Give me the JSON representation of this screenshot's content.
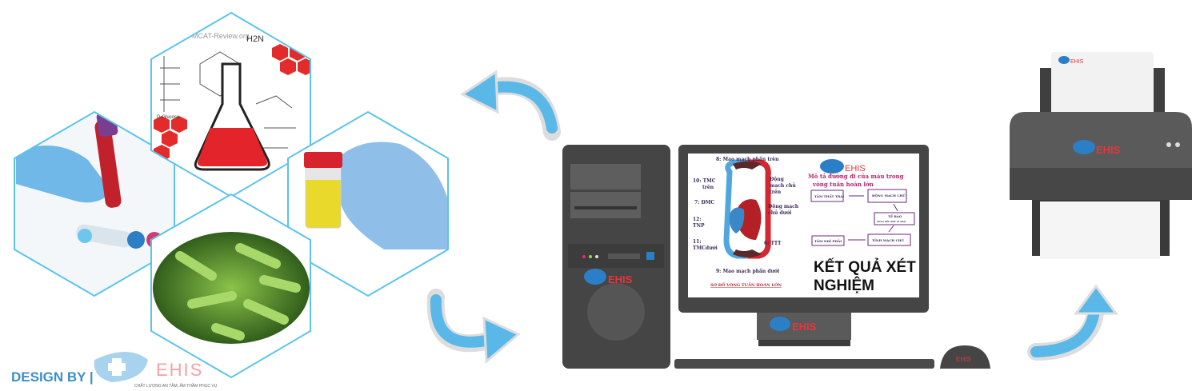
{
  "colors": {
    "hex_outline": "#5bc4ec",
    "arrow": "#5ab8e8",
    "device_dark": "#454545",
    "device_mid": "#5a5a5a",
    "brand_blue": "#2a7fc7",
    "brand_red": "#e8353b",
    "design_by": "#3d8fc4"
  },
  "lab_panel": {
    "watermark": "MCAT-Review.org",
    "formula": "H2N",
    "glucose_label": "D-Glucose"
  },
  "screen": {
    "diagram_labels": {
      "top": "8: Mao mạch phần trên",
      "tmc_top": "10: TMC",
      "tmc_top2": "trên",
      "dmc": "7: ĐMC",
      "tnp": "12:",
      "tnp2": "TNP",
      "tmc_bottom": "11:",
      "tmc_bottom2": "TMCdưới",
      "aorta_top": "Động",
      "aorta_top2": "mạch chủ",
      "aorta_top3": "trên",
      "aorta_bottom": "Động mạch",
      "aorta_bottom2": "chủ dưới",
      "ttt": "6: TTT",
      "bottom": "9: Mao mạch phần dưới",
      "caption": "SƠ ĐỒ VÒNG TUẦN HOÀN LỚN"
    },
    "heading": "Mô tả đường đi của máu trong",
    "heading2": "vòng tuần hoàn lớn",
    "flow": [
      "TÂM THẤT TRÁI",
      "ĐỘNG MẠCH CHỦ",
      "TẾ BÀO",
      "TĨNH MẠCH CHỦ",
      "TÂM NHĨ PHẢI"
    ],
    "flow_note": "(Trao đổi chất và khí)",
    "result_line1": "KẾT QUẢ XÉT",
    "result_line2": "NGHIỆM"
  },
  "brand": {
    "name": "EHIS",
    "tagline": "CHẤT LƯỢNG AN TÂM, ÂM THẦM PHỤC VỤ"
  },
  "footer": {
    "design_by": "DESIGN BY |"
  }
}
